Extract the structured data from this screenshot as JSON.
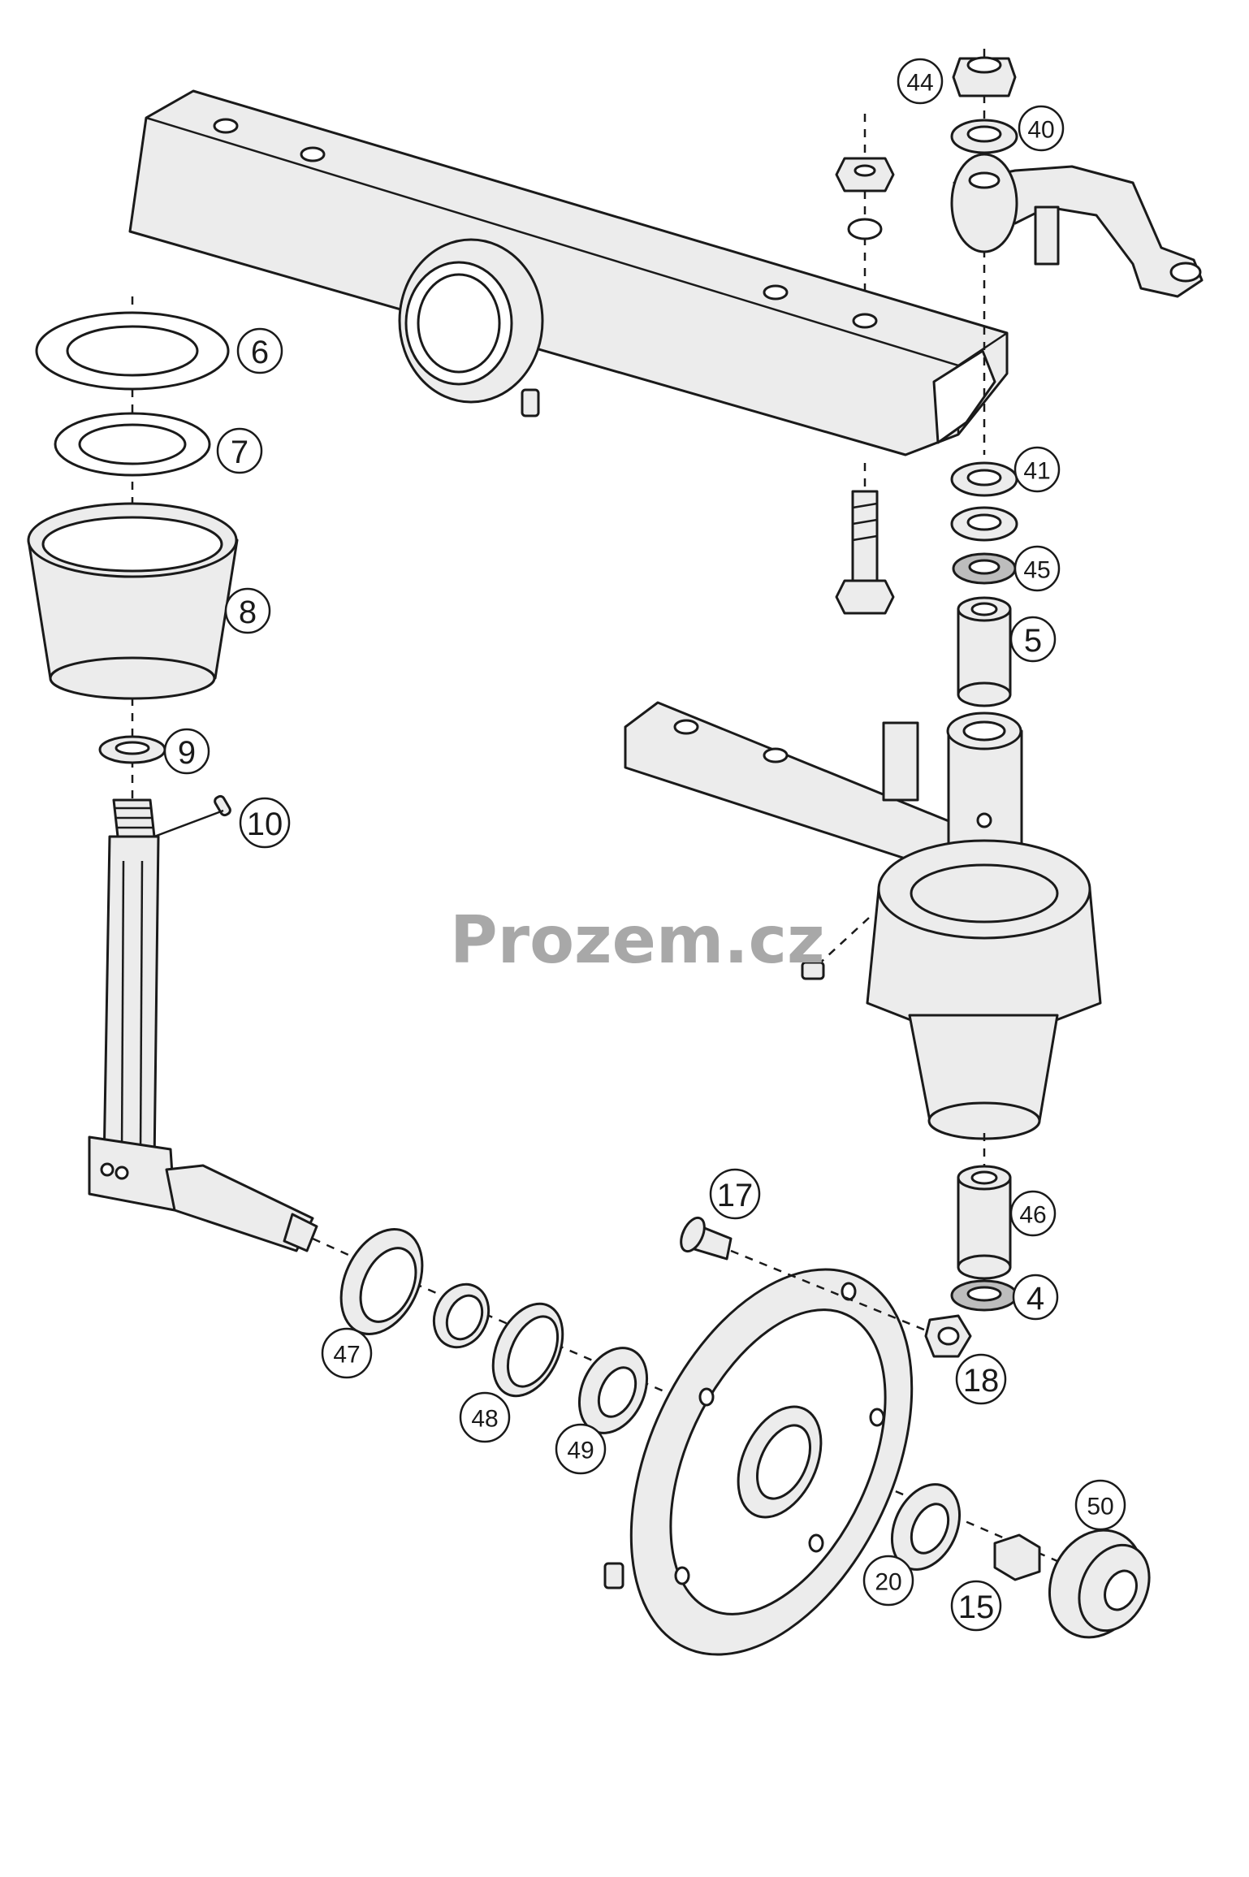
{
  "watermark": "Prozem.cz",
  "callouts": {
    "c6": "6",
    "c7": "7",
    "c8": "8",
    "c9": "9",
    "c10": "10",
    "c44": "44",
    "c40": "40",
    "c41": "41",
    "c45": "45",
    "c5": "5",
    "c17": "17",
    "c46": "46",
    "c4": "4",
    "c18": "18",
    "c47": "47",
    "c48": "48",
    "c49": "49",
    "c20": "20",
    "c15": "15",
    "c50": "50"
  }
}
